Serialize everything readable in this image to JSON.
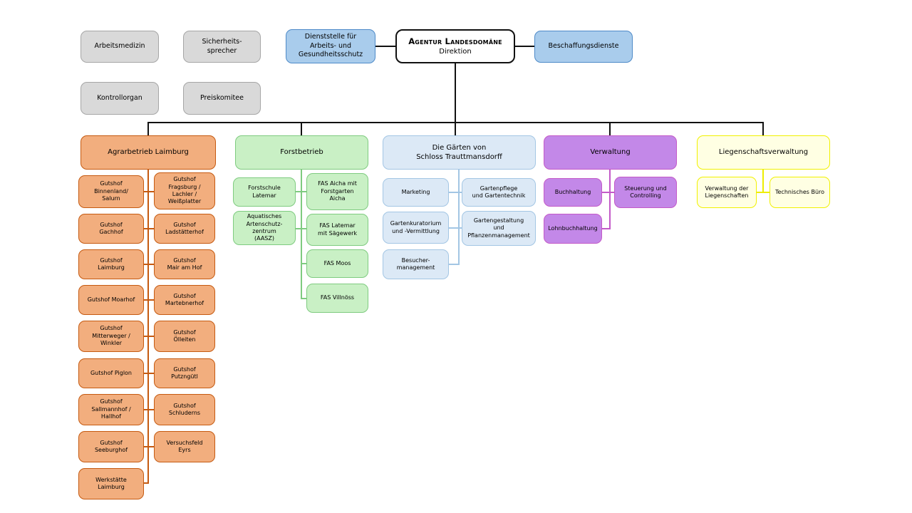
{
  "top": {
    "advisors": [
      "Arbeitsmedizin",
      "Sicherheits-\nsprecher",
      "Kontrollorgan",
      "Preiskomitee"
    ],
    "staff_left": "Dienststelle für\nArbeits- und\nGesundheitsschutz",
    "root_title": "Agentur Landesdomäne",
    "root_subtitle": "Direktion",
    "staff_right": "Beschaffungsdienste"
  },
  "branches": [
    {
      "title": "Agrarbetrieb Laimburg",
      "fill": "#F2AE7E",
      "border": "#C55A11",
      "left": [
        "Gutshof\nBinnenland/\nSalurn",
        "Gutshof\nGachhof",
        "Gutshof\nLaimburg",
        "Gutshof Moarhof",
        "Gutshof\nMitterweger /\nWinkler",
        "Gutshof Piglon",
        "Gutshof\nSallmannhof /\nHallhof",
        "Gutshof\nSeeburghof",
        "Werkstätte\nLaimburg"
      ],
      "right": [
        "Gutshof\nFragsburg /\nLachler /\nWeißplatter",
        "Gutshof\nLadstätterhof",
        "Gutshof\nMair am Hof",
        "Gutshof\nMartebnerhof",
        "Gutshof\nÖlleiten",
        "Gutshof\nPutzngütl",
        "Gutshof\nSchluderns",
        "Versuchsfeld\nEyrs"
      ]
    },
    {
      "title": "Forstbetrieb",
      "fill": "#C9F0C5",
      "border": "#7FCB80",
      "left": [
        "Forstschule\nLatemar",
        "Aquatisches\nArtenschutz-\nzentrum\n(AASZ)"
      ],
      "right": [
        "FAS Aicha mit\nForstgarten\nAicha",
        "FAS Latemar\nmit Sägewerk",
        "FAS Moos",
        "FAS Villnöss"
      ]
    },
    {
      "title": "Die Gärten von\nSchloss Trauttmansdorff",
      "fill": "#DCE9F6",
      "border": "#A3C6E4",
      "left": [
        "Marketing",
        "Gartenkuratorium\nund -Vermittlung",
        "Besucher-\nmanagement"
      ],
      "right": [
        "Gartenpflege\nund Gartentechnik",
        "Gartengestaltung\nund\nPflanzenmanagement"
      ]
    },
    {
      "title": "Verwaltung",
      "fill": "#C388E8",
      "border": "#C35AC8",
      "left": [
        "Buchhaltung",
        "Lohnbuchhaltung"
      ],
      "right": [
        "Steuerung und\nControlling"
      ]
    },
    {
      "title": "Liegenschaftsverwaltung",
      "fill": "#FFFFE3",
      "border": "#F1F100",
      "left": [
        "Verwaltung der\nLiegenschaften"
      ],
      "right": [
        "Technisches Büro"
      ]
    }
  ]
}
